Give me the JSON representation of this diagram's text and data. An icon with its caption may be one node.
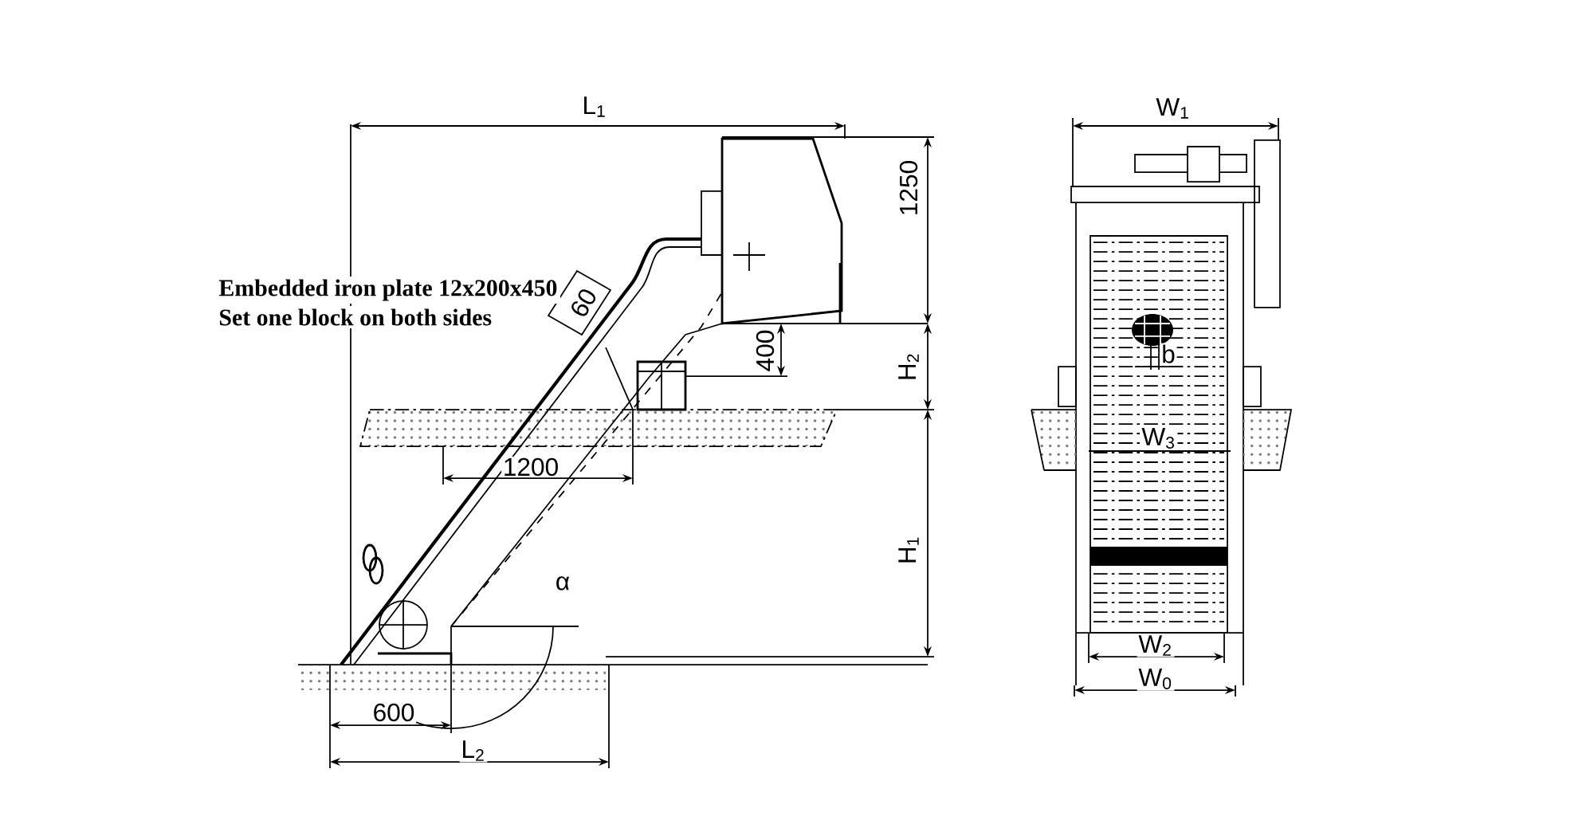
{
  "diagram": {
    "labels": [
      "Embedded iron plate 12x200x450",
      "Set one block on both sides",
      "L$_{1}$",
      "1250",
      "60",
      "400",
      "H$_{2}$",
      "1200",
      "α",
      "H$_{1}$",
      "600",
      "L$_{2}$",
      "W$_{1}$",
      "b",
      "W$_{3}$",
      "W$_{2}$",
      "W$_{0}$"
    ]
  }
}
